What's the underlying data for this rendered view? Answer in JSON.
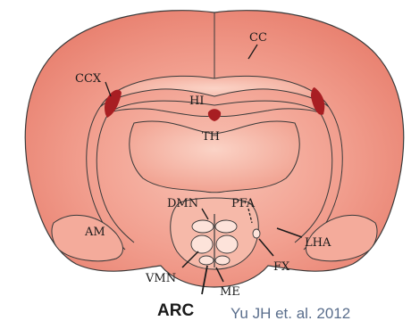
{
  "labels": {
    "cc": "CC",
    "ccx": "CCX",
    "hi": "HI",
    "th": "TH",
    "dmn": "DMN",
    "pfa": "PFA",
    "am": "AM",
    "lha": "LHA",
    "vmn": "VMN",
    "fx": "FX",
    "me": "ME",
    "arc": "ARC"
  },
  "credit": "Yu JH et. al. 2012",
  "colors": {
    "tissue": "#ef8e80",
    "tissue_light": "#f6b8a8",
    "highlight": "#a81e22",
    "outline": "#3a3a3a",
    "credit_text": "#5a6e8c"
  }
}
